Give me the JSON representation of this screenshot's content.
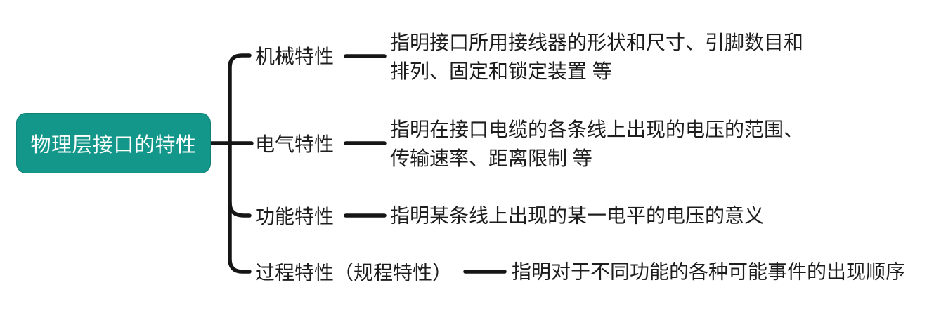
{
  "root": {
    "label": "物理层接口的特性"
  },
  "branches": [
    {
      "label": "机械特性",
      "desc_lines": [
        "指明接口所用接线器的形状和尺寸、引脚数目和",
        "排列、固定和锁定装置 等"
      ]
    },
    {
      "label": "电气特性",
      "desc_lines": [
        "指明在接口电缆的各条线上出现的电压的范围、",
        "传输速率、距离限制 等"
      ]
    },
    {
      "label": "功能特性",
      "desc_lines": [
        "指明某条线上出现的某一电平的电压的意义"
      ]
    },
    {
      "label": "过程特性（规程特性）",
      "desc_lines": [
        "指明对于不同功能的各种可能事件的出现顺序"
      ]
    }
  ],
  "colors": {
    "background": "#ffffff",
    "root_bg": "#12978a",
    "root_border": "#0e8075",
    "root_text": "#ffffff",
    "line": "#151515",
    "text": "#1d1d1d"
  }
}
